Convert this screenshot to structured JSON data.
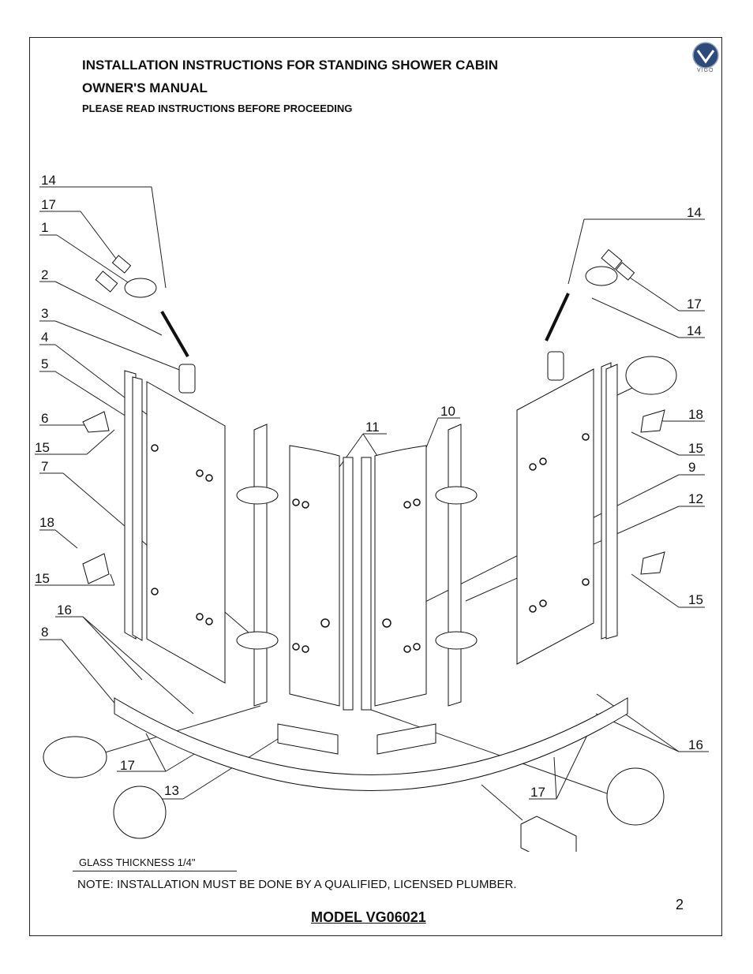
{
  "header": {
    "title": "INSTALLATION INSTRUCTIONS FOR  STANDING SHOWER CABIN",
    "subtitle": "OWNER'S MANUAL",
    "read_note": "PLEASE READ INSTRUCTIONS BEFORE PROCEEDING",
    "logo_text": "VIGO"
  },
  "diagram": {
    "part_labels": {
      "l14": "14",
      "l17": "17",
      "l1": "1",
      "l2": "2",
      "l3": "3",
      "l4": "4",
      "l5": "5",
      "l6": "6",
      "l15a": "15",
      "l7": "7",
      "l18": "18",
      "l15b": "15",
      "l16": "16",
      "l8": "8",
      "l17b": "17",
      "l13": "13",
      "r14a": "14",
      "r17": "17",
      "r14b": "14",
      "r18": "18",
      "r15a": "15",
      "r9": "9",
      "r12": "12",
      "r15b": "15",
      "r16": "16",
      "r17b": "17",
      "c10": "10",
      "c11": "11"
    }
  },
  "footer": {
    "glass_thickness": "GLASS THICKNESS 1/4\"",
    "plumber_note": "NOTE: INSTALLATION MUST BE DONE BY A QUALIFIED, LICENSED PLUMBER.",
    "page_number": "2",
    "model": "MODEL VG06021"
  }
}
